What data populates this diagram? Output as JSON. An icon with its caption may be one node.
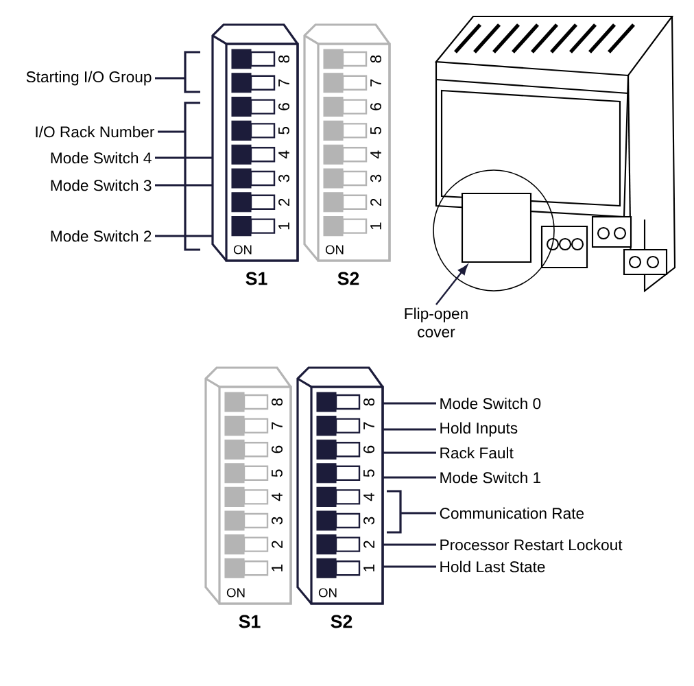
{
  "diagram": {
    "nodes": [
      {
        "text": [
          "Starting I/O Group"
        ]
      },
      {
        "text": [
          "I/O Rack Number"
        ]
      },
      {
        "text": [
          "Mode Switch 4"
        ]
      },
      {
        "text": [
          "Mode Switch 3"
        ]
      },
      {
        "text": [
          "Mode Switch 2"
        ]
      },
      {
        "text": [],
        "shape": "bracket"
      },
      {
        "text": [],
        "shape": "bracket"
      },
      {
        "text": [
          "8",
          "7",
          "6",
          "5",
          "4",
          "3",
          "2",
          "1",
          "ON"
        ],
        "beside": [
          "S1"
        ]
      },
      {
        "text": [
          "8",
          "7",
          "6",
          "5",
          "4",
          "3",
          "2",
          "1",
          "ON"
        ],
        "beside": [
          "S2"
        ]
      },
      {
        "text": [
          "Flip-open cover"
        ]
      },
      {
        "text": [],
        "shape": "box"
      },
      {
        "text": [
          "8",
          "7",
          "6",
          "5",
          "4",
          "3",
          "2",
          "1",
          "ON"
        ],
        "beside": [
          "S1"
        ]
      },
      {
        "text": [
          "8",
          "7",
          "6",
          "5",
          "4",
          "3",
          "2",
          "1",
          "ON"
        ],
        "beside": [
          "S2"
        ]
      },
      {
        "text": [
          "Mode Switch 0"
        ]
      },
      {
        "text": [
          "Hold Inputs"
        ]
      },
      {
        "text": [
          "Rack Fault"
        ]
      },
      {
        "text": [
          "Mode Switch 1"
        ]
      },
      {
        "text": [
          "Communication Rate"
        ]
      },
      {
        "text": [
          "Processor Restart Lockout"
        ]
      },
      {
        "text": [
          "Hold Last State"
        ]
      },
      {
        "text": [],
        "shape": "bracket"
      }
    ],
    "edges": [
      {
        "from": 0,
        "to": 5,
        "arrow": "none"
      },
      {
        "from": 1,
        "to": 6,
        "arrow": "none"
      },
      {
        "from": 2,
        "to": 7,
        "arrow": "none"
      },
      {
        "from": 3,
        "to": 7,
        "arrow": "none"
      },
      {
        "from": 4,
        "to": 7,
        "arrow": "none"
      },
      {
        "from": 9,
        "to": 10,
        "arrow": "to"
      },
      {
        "from": 13,
        "to": 12,
        "arrow": "none"
      },
      {
        "from": 14,
        "to": 12,
        "arrow": "none"
      },
      {
        "from": 15,
        "to": 12,
        "arrow": "none"
      },
      {
        "from": 16,
        "to": 12,
        "arrow": "none"
      },
      {
        "from": 17,
        "to": 20,
        "arrow": "none"
      },
      {
        "from": 18,
        "to": 12,
        "arrow": "none"
      },
      {
        "from": 19,
        "to": 12,
        "arrow": "none"
      }
    ]
  }
}
